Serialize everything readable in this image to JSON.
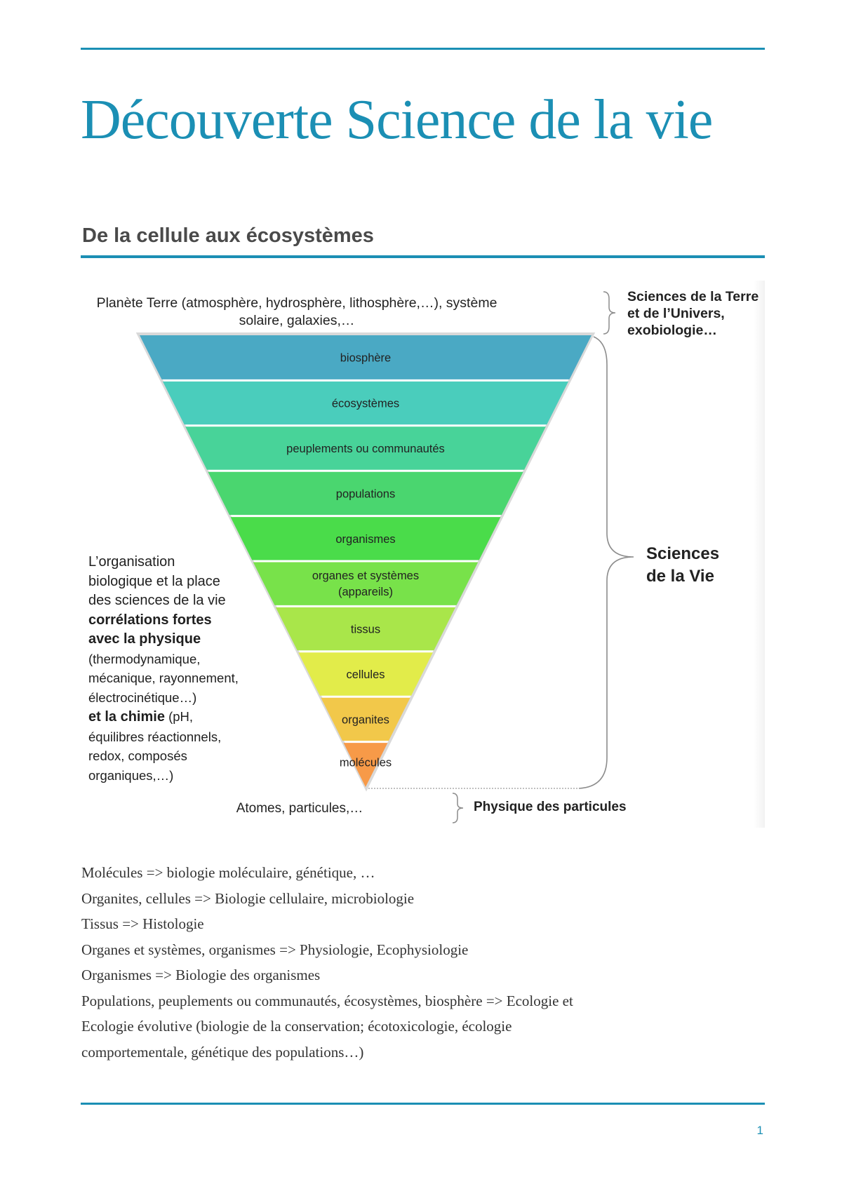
{
  "document": {
    "title": "Découverte Science de la vie",
    "subtitle": "De la cellule aux écosystèmes",
    "page_number": "1",
    "accent_color": "#1b8fb4"
  },
  "figure": {
    "top_label_line1": "Planète Terre (atmosphère, hydrosphère, lithosphère,…), système",
    "top_label_line2": "solaire, galaxies,…",
    "bottom_label": "Atomes, particules,…",
    "brace_top": {
      "line1": "Sciences de la Terre",
      "line2": "et de l’Univers,",
      "line3": "exobiologie…"
    },
    "brace_life": {
      "line1": "Sciences",
      "line2": "de la Vie"
    },
    "brace_bottom": "Physique des particules",
    "levels": [
      {
        "label": "biosphère",
        "color": "#4aa9c4"
      },
      {
        "label": "écosystèmes",
        "color": "#4acdbc"
      },
      {
        "label": "peuplements ou communautés",
        "color": "#48d399"
      },
      {
        "label": "populations",
        "color": "#4ad66f"
      },
      {
        "label": "organismes",
        "color": "#4adc4a"
      },
      {
        "label": "organes et systèmes",
        "label2": "(appareils)",
        "color": "#78e24a"
      },
      {
        "label": "tissus",
        "color": "#a9e64a"
      },
      {
        "label": "cellules",
        "color": "#e2ec4a"
      },
      {
        "label": "organites",
        "color": "#f2c84a"
      },
      {
        "label": "molécules",
        "color": "#f79a48"
      }
    ],
    "side_note": {
      "l1": "L’organisation",
      "l2": "biologique et la place",
      "l3": "des sciences de la vie",
      "b1": "corrélations fortes",
      "b2": "avec la physique",
      "s1": "(thermodynamique,",
      "s2": "mécanique, rayonnement,",
      "s3": "électrocinétique…)",
      "b3": "et la chimie",
      "s4": " (pH,",
      "s5": "équilibres réactionnels,",
      "s6": "redox, composés",
      "s7": "organiques,…)"
    }
  },
  "body": {
    "lines": [
      "Molécules => biologie moléculaire, génétique, …",
      "Organites, cellules => Biologie cellulaire, microbiologie",
      "Tissus => Histologie",
      "Organes et systèmes, organismes => Physiologie, Ecophysiologie",
      "Organismes => Biologie des organismes",
      "Populations, peuplements ou communautés, écosystèmes, biosphère => Ecologie et",
      "Ecologie évolutive (biologie de la conservation; écotoxicologie, écologie",
      "comportementale, génétique des populations…)"
    ]
  }
}
